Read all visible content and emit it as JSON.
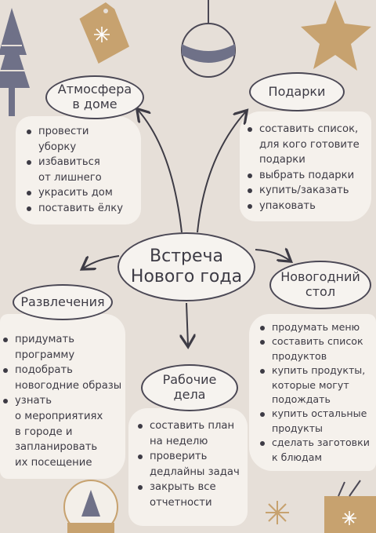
{
  "center": {
    "line1": "Встреча",
    "line2": "Нового года"
  },
  "nodes": {
    "home": {
      "title1": "Атмосфера",
      "title2": "в доме",
      "items": [
        [
          "провести",
          "уборку"
        ],
        [
          "избавиться",
          "от лишнего"
        ],
        [
          "украсить дом"
        ],
        [
          "поставить ёлку"
        ]
      ]
    },
    "gifts": {
      "title1": "Подарки",
      "items": [
        [
          "составить список,",
          "для кого готовите",
          "подарки"
        ],
        [
          "выбрать подарки"
        ],
        [
          "купить/заказать"
        ],
        [
          "упаковать"
        ]
      ]
    },
    "fun": {
      "title1": "Развлечения",
      "items": [
        [
          "придумать",
          "программу"
        ],
        [
          "подобрать",
          "новогодние образы"
        ],
        [
          "узнать",
          "о мероприятиях",
          "в городе и",
          "запланировать",
          "их посещение"
        ]
      ]
    },
    "table": {
      "title1": "Новогодний",
      "title2": "стол",
      "items": [
        [
          "продумать меню"
        ],
        [
          "составить список",
          "продуктов"
        ],
        [
          "купить продукты,",
          "которые могут",
          "подождать"
        ],
        [
          "купить остальные",
          "продукты"
        ],
        [
          "сделать заготовки",
          "к блюдам"
        ]
      ]
    },
    "work": {
      "title1": "Рабочие",
      "title2": "дела",
      "items": [
        [
          "составить план",
          "на неделю"
        ],
        [
          "проверить",
          "дедлайны задач"
        ],
        [
          "закрыть все",
          "отчетности"
        ]
      ]
    }
  },
  "colors": {
    "background": "#e6dfd8",
    "card": "#f5f1ec",
    "ink": "#3d3b45",
    "gold": "#c7a26f",
    "slate": "#6f7188"
  },
  "decorations": [
    "christmas-tree-icon",
    "gift-tag-icon",
    "ornament-ball-icon",
    "star-icon",
    "snow-globe-icon",
    "sparkle-icon",
    "gift-box-icon"
  ]
}
